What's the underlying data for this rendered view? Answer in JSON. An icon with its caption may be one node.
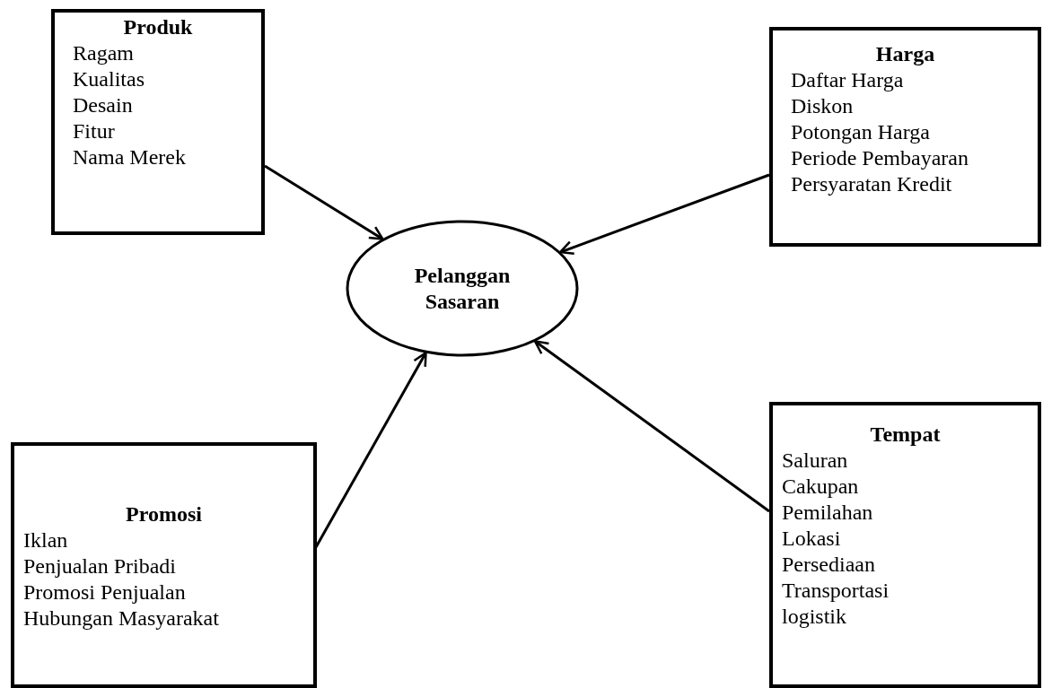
{
  "diagram": {
    "nodes": [
      {
        "text": [
          "Produk",
          "Ragam",
          "Kualitas",
          "Desain",
          "Fitur",
          "Nama Merek"
        ]
      },
      {
        "text": [
          "Harga",
          "Daftar Harga",
          "Diskon",
          "Potongan Harga",
          "Periode Pembayaran",
          "Persyaratan Kredit"
        ]
      },
      {
        "text": [
          "Pelanggan Sasaran"
        ]
      },
      {
        "text": [
          "Promosi",
          "Iklan",
          "Penjualan Pribadi",
          "Promosi Penjualan",
          "Hubungan Masyarakat"
        ]
      },
      {
        "text": [
          "Tempat",
          "Saluran",
          "Cakupan",
          "Pemilahan",
          "Lokasi",
          "Persediaan",
          "Transportasi",
          "logistik"
        ]
      }
    ],
    "edges": [
      {
        "from": 0,
        "to": 2,
        "arrow": "to"
      },
      {
        "from": 1,
        "to": 2,
        "arrow": "to"
      },
      {
        "from": 3,
        "to": 2,
        "arrow": "to"
      },
      {
        "from": 4,
        "to": 2,
        "arrow": "to"
      }
    ]
  }
}
